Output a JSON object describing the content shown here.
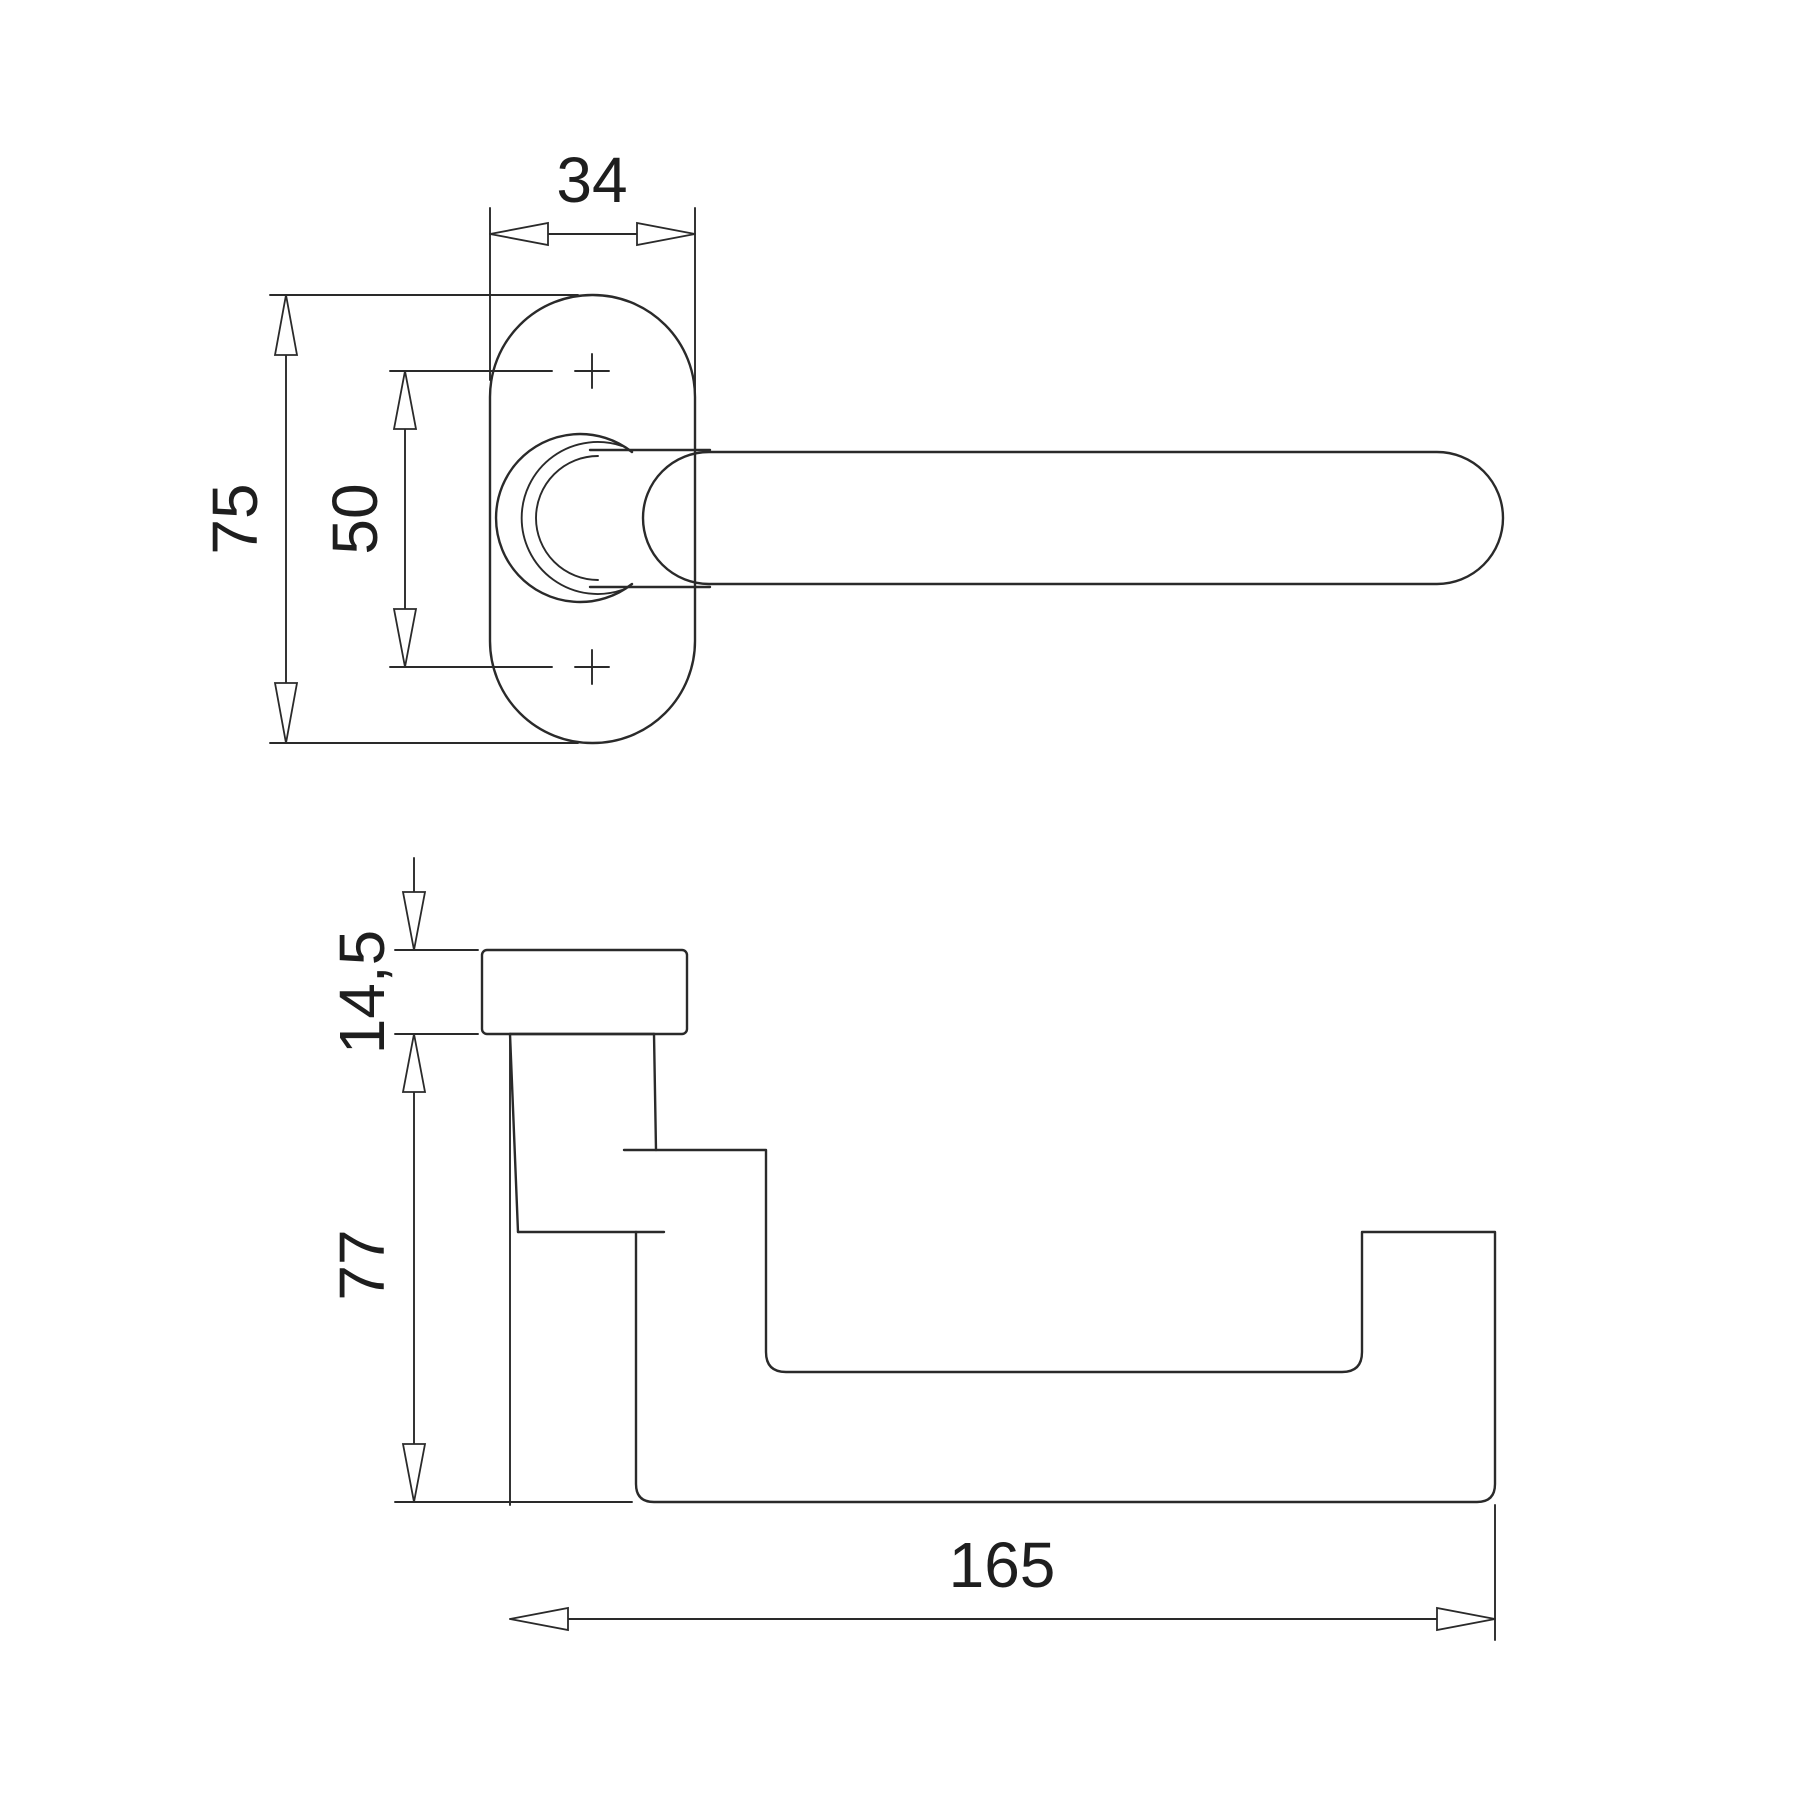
{
  "dimensions": {
    "width": "34",
    "height": "75",
    "hole_spacing": "50",
    "rose_thickness": "14,5",
    "lever_height": "77",
    "lever_length": "165"
  },
  "colors": {
    "line": "#2a2a2a",
    "background": "#ffffff"
  }
}
